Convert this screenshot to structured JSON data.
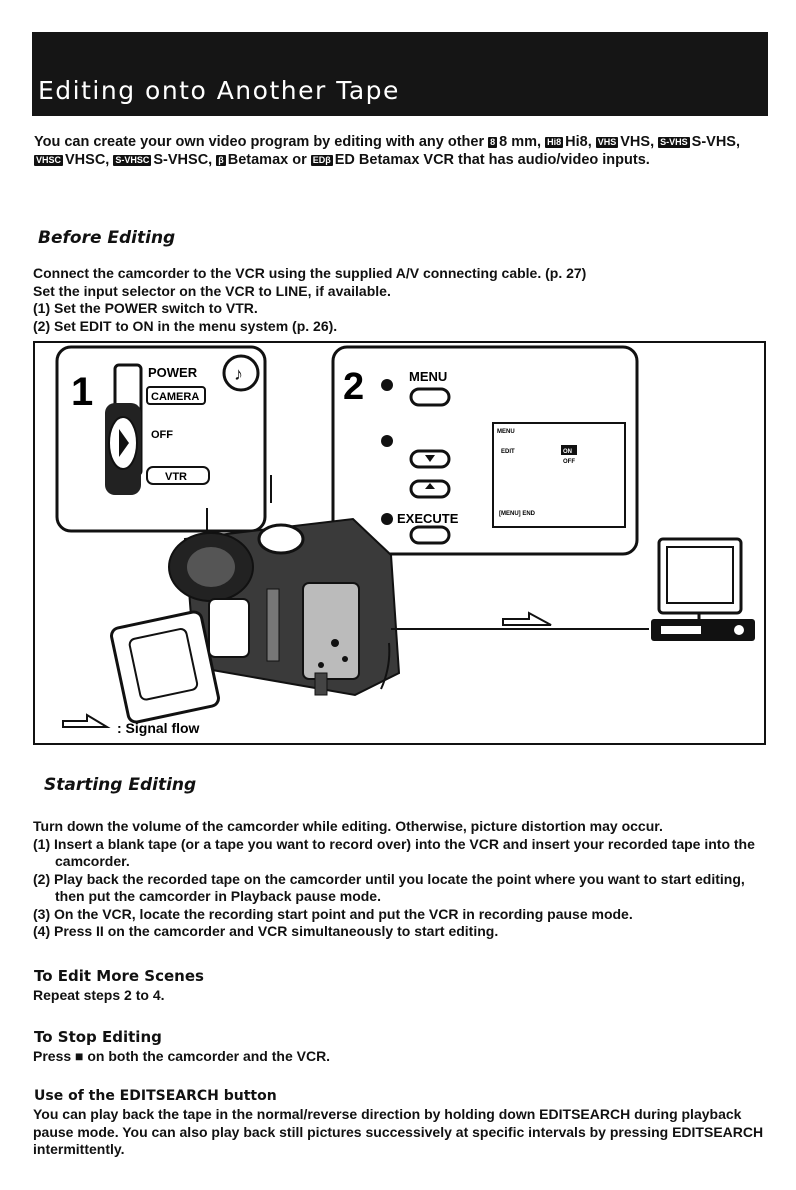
{
  "header": {
    "title": "Editing onto Another Tape"
  },
  "intro": {
    "p1": "You can create your own video program by editing with any other",
    "f1": "8",
    "p2": "8 mm,",
    "f2": "Hi8",
    "p3": "Hi8,",
    "f3": "VHS",
    "p4": "VHS,",
    "f4": "S-VHS",
    "p5": "S-VHS,",
    "f5": "VHSC",
    "p6": "VHSC,",
    "f6": "S-VHSC",
    "p7": "S-VHSC,",
    "f7": "β",
    "p8": "Betamax or",
    "f8": "EDβ",
    "p9": "ED Betamax VCR that has audio/video inputs."
  },
  "before": {
    "heading": "Before Editing",
    "line1": "Connect the camcorder to the VCR using the supplied A/V connecting cable. (p. 27)",
    "line2": "Set the input selector on the VCR to LINE, if available.",
    "step1": "(1) Set the POWER switch to VTR.",
    "step2": "(2) Set EDIT to ON in the menu system (p. 26)."
  },
  "figure": {
    "panel1": {
      "num": "1",
      "power": "POWER",
      "camera": "CAMERA",
      "off": "OFF",
      "vtr": "VTR"
    },
    "panel2": {
      "num": "2",
      "menu": "MENU",
      "execute": "EXECUTE",
      "screen_menu": "MENU",
      "screen_edit": "EDIT",
      "screen_on": "ON",
      "screen_off": "OFF",
      "screen_end": "[MENU] END"
    },
    "legend": ": Signal flow"
  },
  "starting": {
    "heading": "Starting Editing",
    "intro": "Turn down the volume of the camcorder while editing. Otherwise, picture distortion may occur.",
    "step1": "(1) Insert a blank tape (or a tape you want to record over) into the VCR and insert your recorded tape into the camcorder.",
    "step2": "(2) Play back the recorded tape on the camcorder until you locate the point where you want to start editing, then put the camcorder in Playback pause mode.",
    "step3": "(3) On the VCR, locate the recording start point and put the VCR in recording pause mode.",
    "step4": "(4) Press II on the camcorder and VCR simultaneously to start editing."
  },
  "more": {
    "heading": "To Edit More Scenes",
    "text": "Repeat steps 2 to 4."
  },
  "stop": {
    "heading": "To Stop Editing",
    "text": "Press ■ on both the camcorder and the VCR."
  },
  "editsearch": {
    "heading": "Use of the EDITSEARCH button",
    "text": "You can play back the tape in the normal/reverse direction by holding down EDITSEARCH during playback pause mode. You can also play back still pictures successively at specific intervals by pressing EDITSEARCH intermittently."
  }
}
